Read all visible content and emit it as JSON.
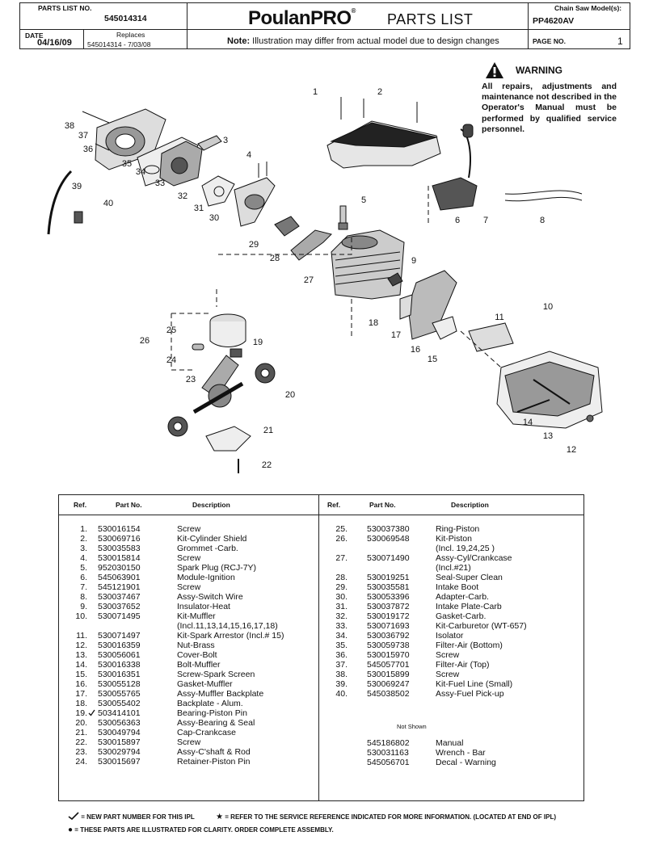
{
  "header": {
    "parts_list_no_label": "PARTS LIST NO.",
    "parts_list_no": "545014314",
    "date_label": "DATE",
    "date": "04/16/09",
    "replaces_label": "Replaces",
    "replaces": "545014314 - 7/03/08",
    "brand": "Poulan",
    "brand_suffix": "PRO",
    "registered": "®",
    "title": "PARTS LIST",
    "note_label": "Note:",
    "note": "Illustration may differ from actual model due to design changes",
    "model_label": "Chain Saw Model(s):",
    "model": "PP4620AV",
    "page_label": "PAGE  NO.",
    "page_no": "1"
  },
  "warning": {
    "title": "WARNING",
    "text": "All repairs, adjustments and maintenance not described in the Operator's Manual must be performed by qualified service personnel."
  },
  "callouts": [
    "1",
    "2",
    "3",
    "4",
    "5",
    "6",
    "7",
    "8",
    "9",
    "10",
    "11",
    "12",
    "13",
    "14",
    "15",
    "16",
    "17",
    "18",
    "19",
    "20",
    "21",
    "22",
    "23",
    "24",
    "25",
    "26",
    "27",
    "28",
    "29",
    "30",
    "31",
    "32",
    "33",
    "34",
    "35",
    "36",
    "37",
    "38",
    "39",
    "40"
  ],
  "table": {
    "headers": {
      "ref": "Ref.",
      "part_no": "Part  No.",
      "description": "Description"
    },
    "left": [
      {
        "ref": "1.",
        "part": "530016154",
        "desc": "Screw"
      },
      {
        "ref": "2.",
        "part": "530069716",
        "desc": "Kit-Cylinder Shield"
      },
      {
        "ref": "3.",
        "part": "530035583",
        "desc": "Grommet -Carb."
      },
      {
        "ref": "4.",
        "part": "530015814",
        "desc": "Screw"
      },
      {
        "ref": "5.",
        "part": "952030150",
        "desc": "Spark Plug (RCJ-7Y)"
      },
      {
        "ref": "6.",
        "part": "545063901",
        "desc": "Module-Ignition"
      },
      {
        "ref": "7.",
        "part": "545121901",
        "desc": "Screw"
      },
      {
        "ref": "8.",
        "part": "530037467",
        "desc": "Assy-Switch Wire"
      },
      {
        "ref": "9.",
        "part": "530037652",
        "desc": "Insulator-Heat"
      },
      {
        "ref": "10.",
        "part": "530071495",
        "desc": "Kit-Muffler"
      },
      {
        "ref": "",
        "part": "",
        "desc": "(Incl.11,13,14,15,16,17,18)"
      },
      {
        "ref": "11.",
        "part": "530071497",
        "desc": "Kit-Spark Arrestor (Incl.# 15)"
      },
      {
        "ref": "12.",
        "part": "530016359",
        "desc": "Nut-Brass"
      },
      {
        "ref": "13.",
        "part": "530056061",
        "desc": "Cover-Bolt"
      },
      {
        "ref": "14.",
        "part": "530016338",
        "desc": "Bolt-Muffler"
      },
      {
        "ref": "15.",
        "part": "530016351",
        "desc": "Screw-Spark Screen"
      },
      {
        "ref": "16.",
        "part": "530055128",
        "desc": "Gasket-Muffler"
      },
      {
        "ref": "17.",
        "part": "530055765",
        "desc": "Assy-Muffler Backplate"
      },
      {
        "ref": "18.",
        "part": "530055402",
        "desc": "Backplate - Alum."
      },
      {
        "ref": "19.",
        "part": "503414101",
        "desc": "Bearing-Piston Pin",
        "new": true
      },
      {
        "ref": "20.",
        "part": "530056363",
        "desc": "Assy-Bearing & Seal"
      },
      {
        "ref": "21.",
        "part": "530049794",
        "desc": "Cap-Crankcase"
      },
      {
        "ref": "22.",
        "part": "530015897",
        "desc": "Screw"
      },
      {
        "ref": "23.",
        "part": "530029794",
        "desc": "Assy-C'shaft & Rod"
      },
      {
        "ref": "24.",
        "part": "530015697",
        "desc": "Retainer-Piston Pin"
      }
    ],
    "right": [
      {
        "ref": "25.",
        "part": "530037380",
        "desc": "Ring-Piston"
      },
      {
        "ref": "26.",
        "part": "530069548",
        "desc": "Kit-Piston"
      },
      {
        "ref": "",
        "part": "",
        "desc": "(Incl. 19,24,25 )"
      },
      {
        "ref": "27.",
        "part": "530071490",
        "desc": "Assy-Cyl/Crankcase"
      },
      {
        "ref": "",
        "part": "",
        "desc": "(Incl.#21)"
      },
      {
        "ref": "28.",
        "part": "530019251",
        "desc": "Seal-Super Clean"
      },
      {
        "ref": "29.",
        "part": "530035581",
        "desc": "Intake Boot"
      },
      {
        "ref": "30.",
        "part": "530053396",
        "desc": "Adapter-Carb."
      },
      {
        "ref": "31.",
        "part": "530037872",
        "desc": "Intake Plate-Carb"
      },
      {
        "ref": "32.",
        "part": "530019172",
        "desc": "Gasket-Carb."
      },
      {
        "ref": "33.",
        "part": "530071693",
        "desc": "Kit-Carburetor (WT-657)"
      },
      {
        "ref": "34.",
        "part": "530036792",
        "desc": "Isolator"
      },
      {
        "ref": "35.",
        "part": "530059738",
        "desc": "Filter-Air (Bottom)"
      },
      {
        "ref": "36.",
        "part": "530015970",
        "desc": "Screw"
      },
      {
        "ref": "37.",
        "part": "545057701",
        "desc": "Filter-Air  (Top)"
      },
      {
        "ref": "38.",
        "part": "530015899",
        "desc": "Screw"
      },
      {
        "ref": "39.",
        "part": "530069247",
        "desc": "Kit-Fuel Line (Small)"
      },
      {
        "ref": "40.",
        "part": "545038502",
        "desc": "Assy-Fuel Pick-up"
      }
    ],
    "not_shown_label": "Not Shown",
    "not_shown": [
      {
        "part": "545186802",
        "desc": "Manual"
      },
      {
        "part": "530031163",
        "desc": "Wrench - Bar"
      },
      {
        "part": "545056701",
        "desc": "Decal - Warning"
      }
    ]
  },
  "footer": {
    "line1_a": "= NEW PART NUMBER FOR THIS  IPL",
    "line1_b": "= REFER TO THE SERVICE REFERENCE  INDICATED FOR MORE INFORMATION. (LOCATED AT END OF IPL)",
    "line2": "= THESE PARTS ARE  ILLUSTRATED FOR CLARITY.    ORDER COMPLETE  ASSEMBLY."
  }
}
